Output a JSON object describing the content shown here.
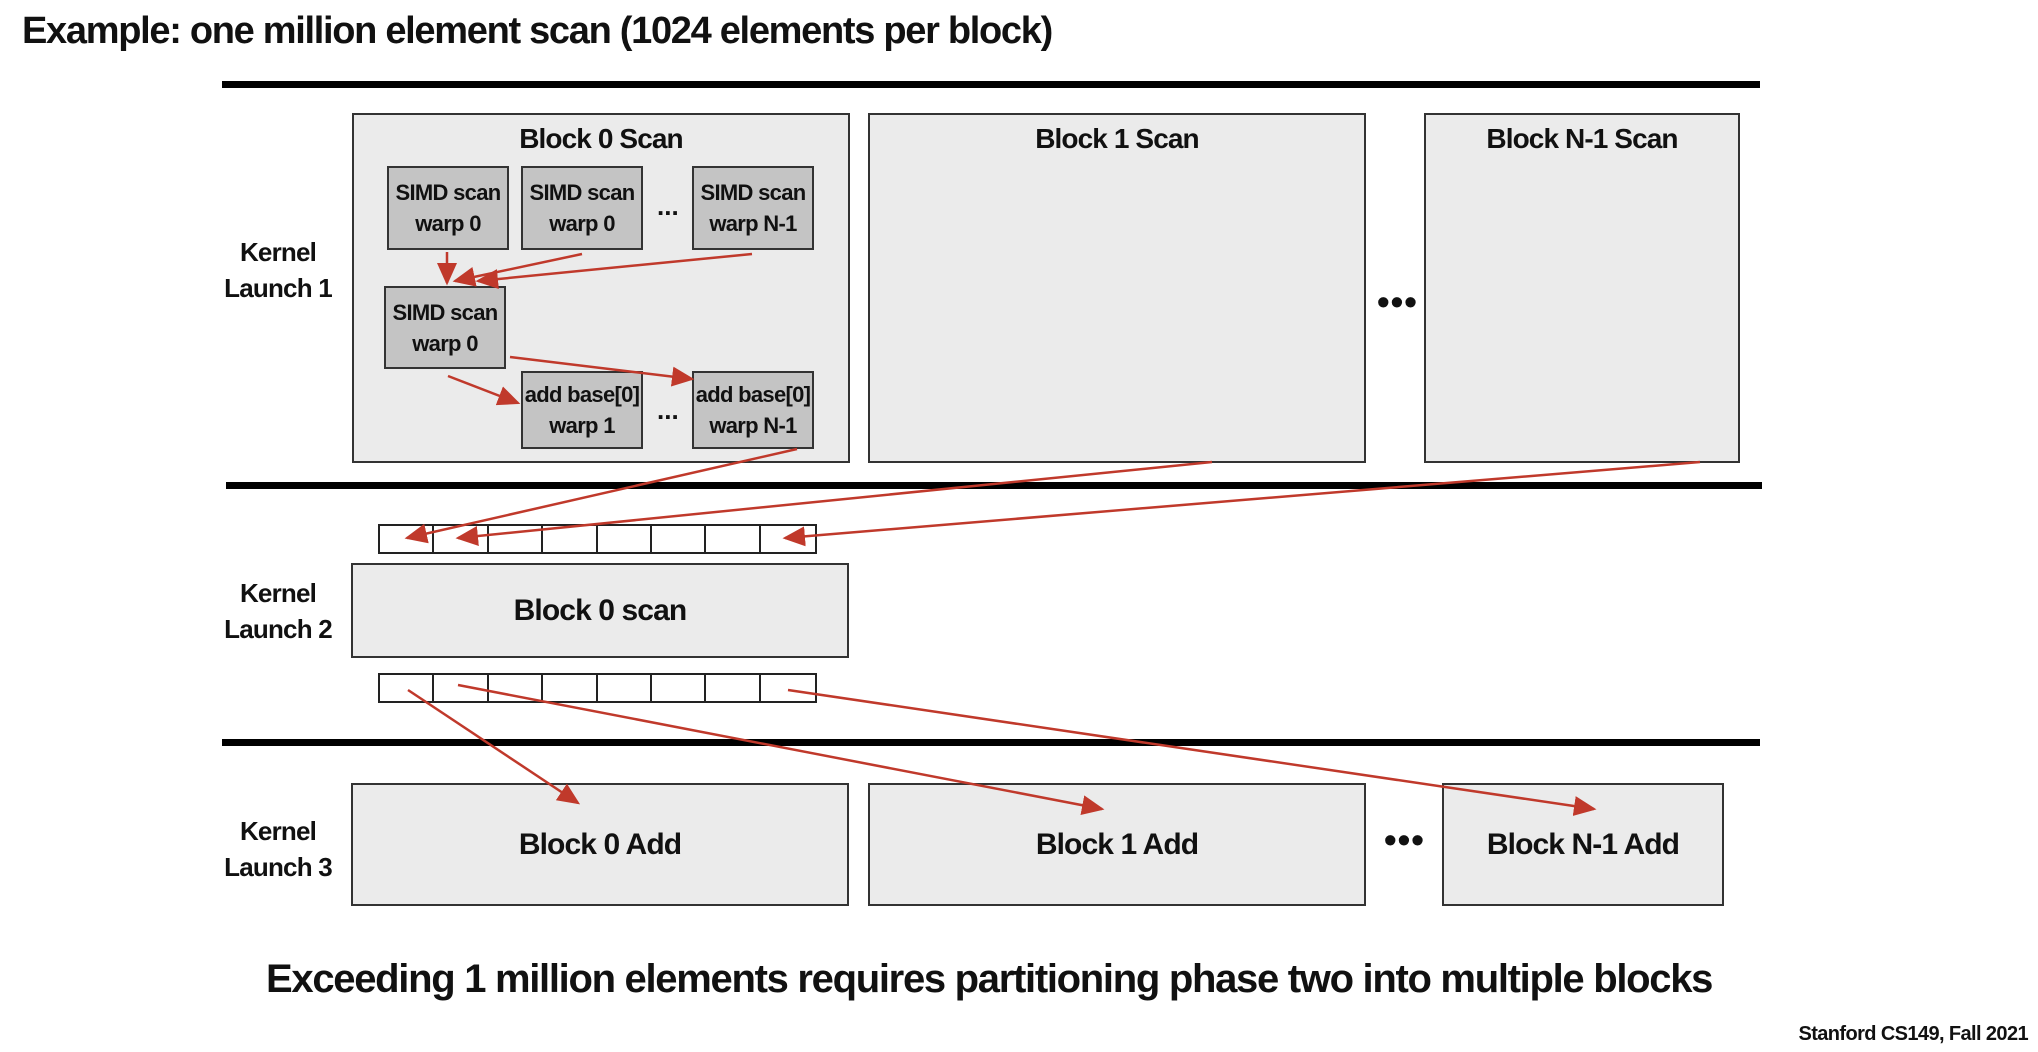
{
  "title": "Example: one million element scan (1024 elements per block)",
  "kernel_launches": {
    "k1": [
      "Kernel",
      "Launch 1"
    ],
    "k2": [
      "Kernel",
      "Launch 2"
    ],
    "k3": [
      "Kernel",
      "Launch 3"
    ]
  },
  "launch1": {
    "blocks": [
      "Block 0 Scan",
      "Block 1 Scan",
      "Block N-1 Scan"
    ],
    "block0": {
      "top_row": [
        {
          "line1": "SIMD scan",
          "line2": "warp 0"
        },
        {
          "line1": "SIMD scan",
          "line2": "warp 0"
        },
        {
          "line1": "SIMD scan",
          "line2": "warp N-1"
        }
      ],
      "middle": {
        "line1": "SIMD scan",
        "line2": "warp 0"
      },
      "bottom_row": [
        {
          "line1": "add base[0]",
          "line2": "warp 1"
        },
        {
          "line1": "add base[0]",
          "line2": "warp N-1"
        }
      ]
    }
  },
  "launch2": {
    "block": "Block 0 scan"
  },
  "launch3": {
    "blocks": [
      "Block 0 Add",
      "Block 1 Add",
      "Block N-1 Add"
    ]
  },
  "ellipsis": "•••",
  "small_ellipsis": "...",
  "footer": "Exceeding 1 million elements requires partitioning phase two into multiple blocks",
  "credit": "Stanford CS149, Fall 2021",
  "colors": {
    "arrow": "#c0392b",
    "block_fill": "#ebebeb",
    "warp_fill": "#c4c4c4",
    "bar": "#000000"
  }
}
